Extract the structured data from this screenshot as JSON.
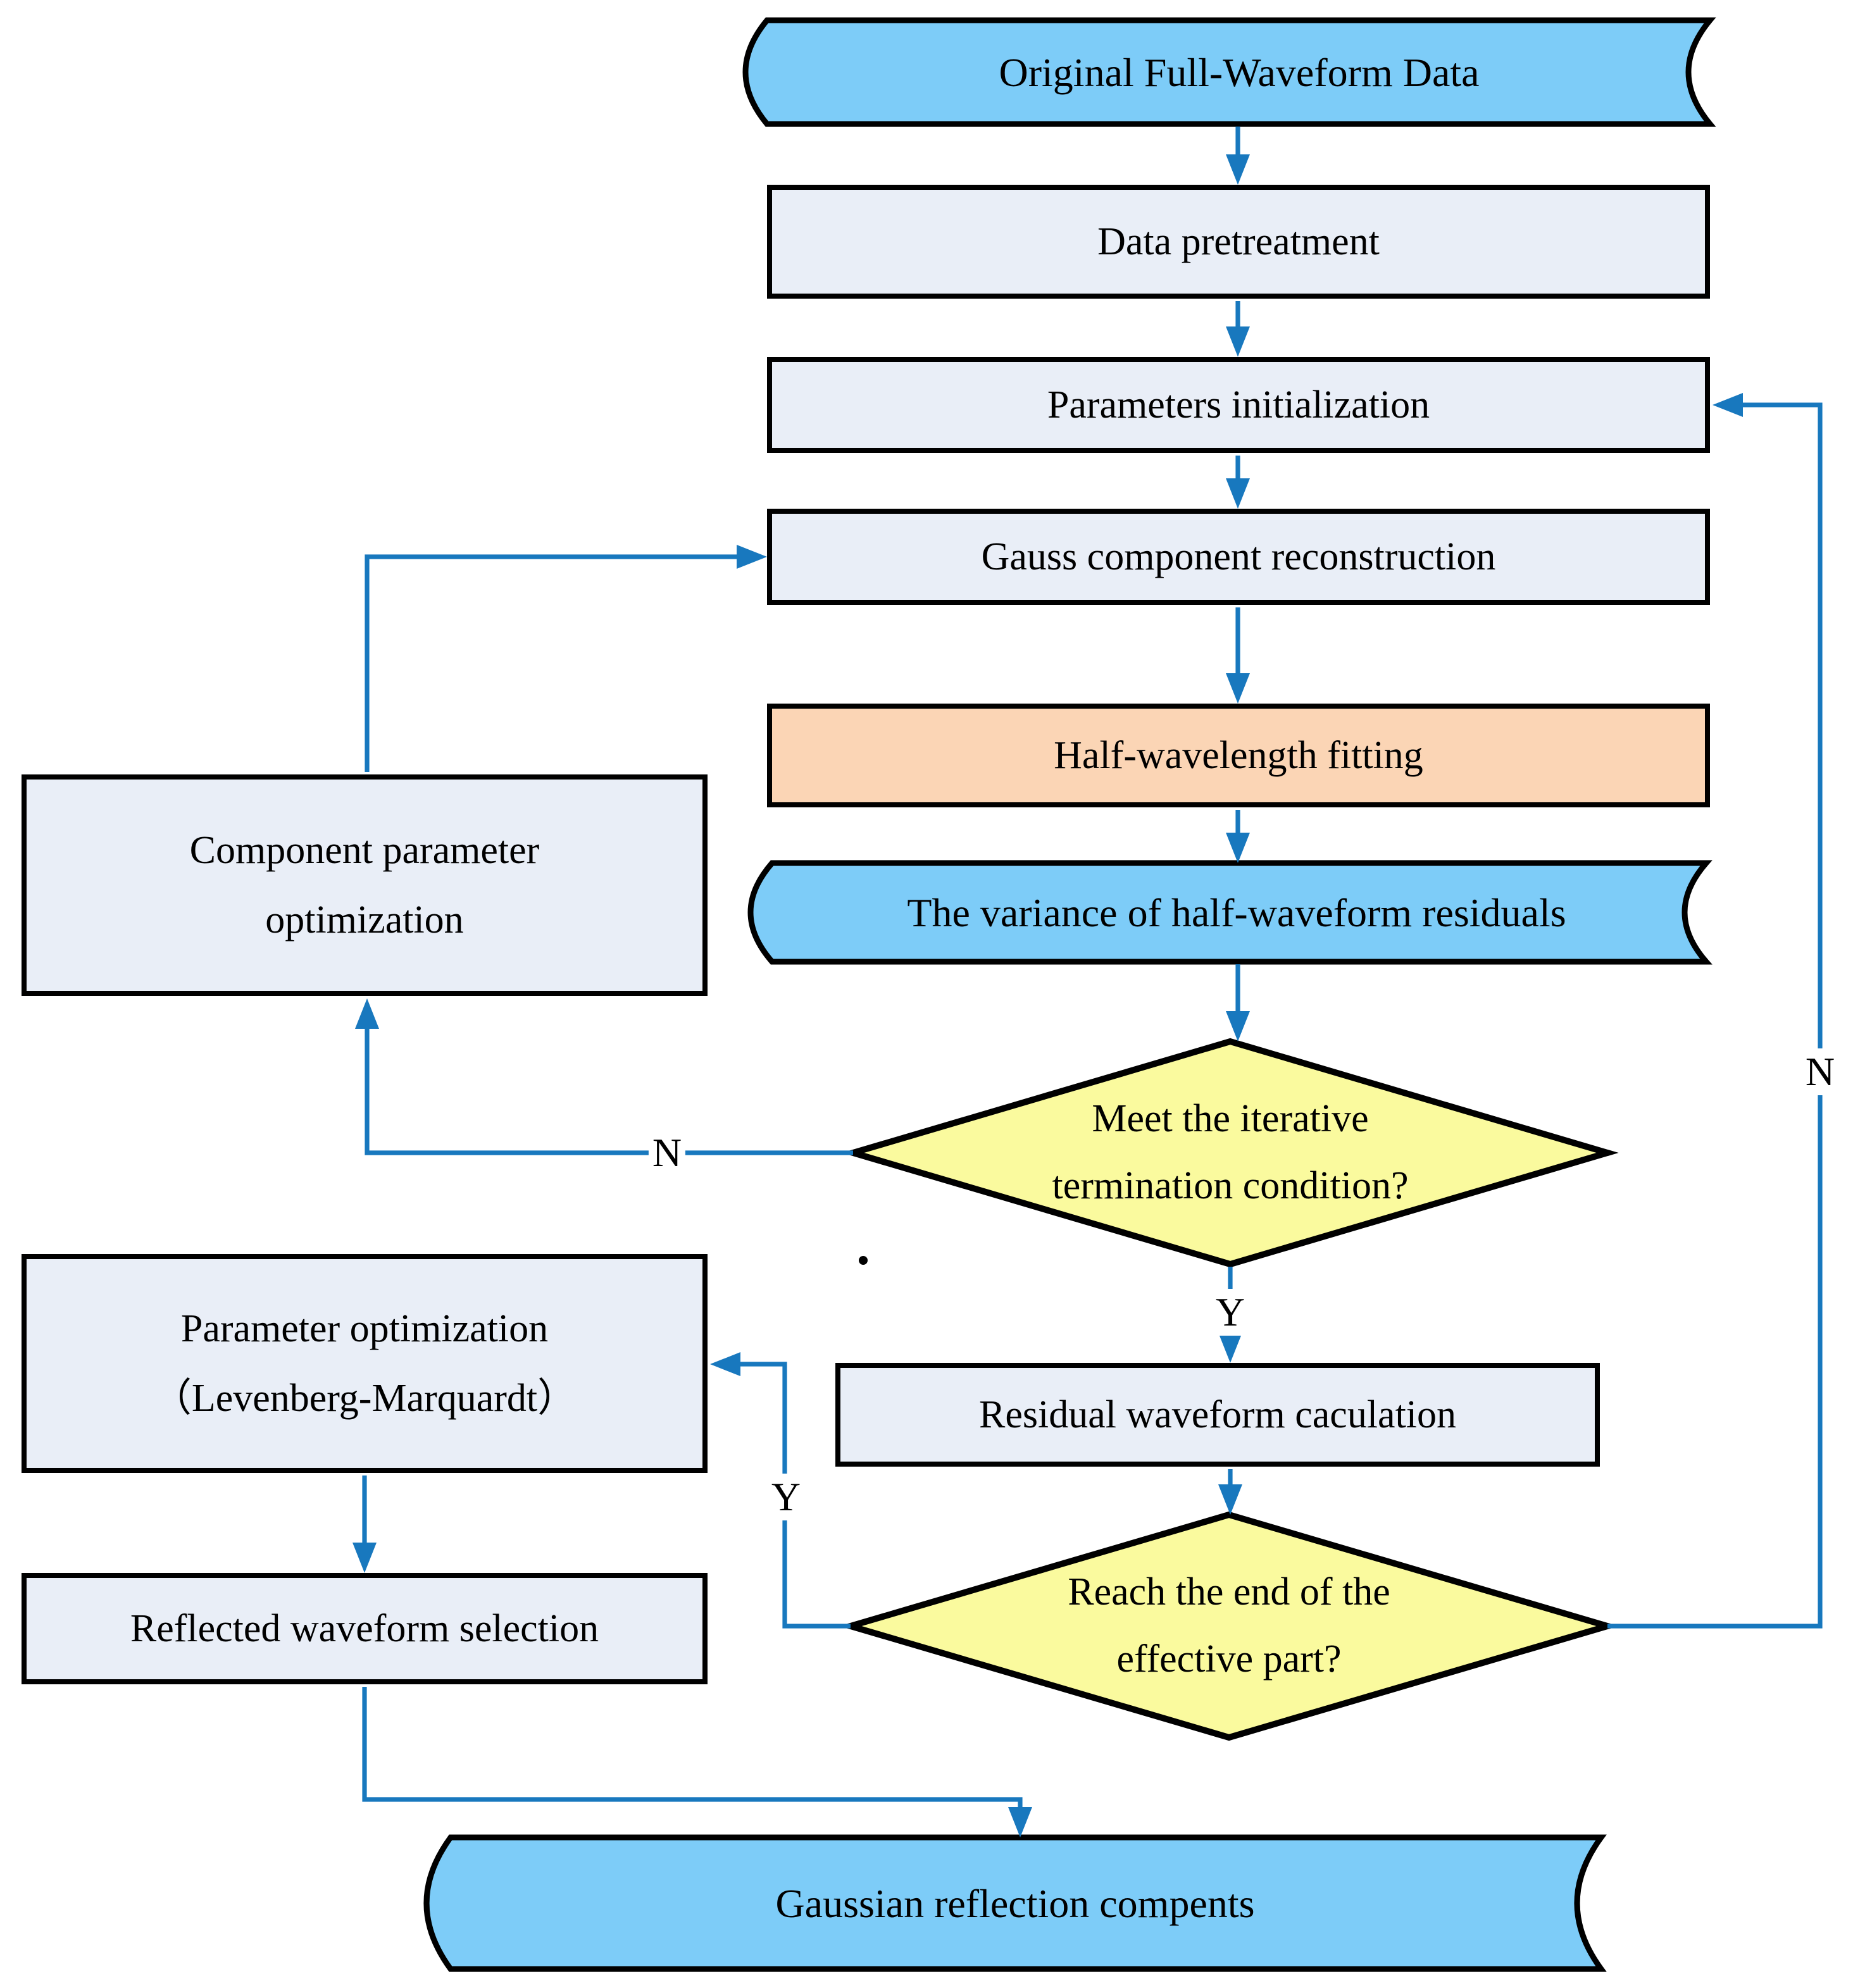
{
  "figure": {
    "title": "Full-waveform Gaussian decomposition flowchart",
    "colors": {
      "stored_fill": "#7DCCF8",
      "process_fill": "#E9EEF7",
      "highlight_fill": "#FBD5B5",
      "decision_fill": "#FAFA9E",
      "connector": "#1878BE",
      "border": "#000000"
    },
    "nodes": {
      "original_data": {
        "label": "Original Full-Waveform Data",
        "shape": "stored-data"
      },
      "data_pretreatment": {
        "label": "Data pretreatment",
        "shape": "process"
      },
      "parameters_initialization": {
        "label": "Parameters initialization",
        "shape": "process"
      },
      "gauss_reconstruction": {
        "label": "Gauss component reconstruction",
        "shape": "process"
      },
      "half_wavelength_fitting": {
        "label": "Half-wavelength fitting",
        "shape": "process-highlight"
      },
      "variance_residuals": {
        "label": "The variance of half-waveform residuals",
        "shape": "stored-data"
      },
      "decision_iterative": {
        "line1": "Meet the iterative",
        "line2": "termination condition?",
        "shape": "decision"
      },
      "component_param_opt": {
        "line1": "Component parameter",
        "line2": "optimization",
        "shape": "process"
      },
      "residual_calc": {
        "label": "Residual waveform caculation",
        "shape": "process"
      },
      "decision_end": {
        "line1": "Reach the end of the",
        "line2": "effective part?",
        "shape": "decision"
      },
      "parameter_opt": {
        "line1": "Parameter optimization",
        "line2": "（Levenberg-Marquardt）",
        "shape": "process"
      },
      "reflected_selection": {
        "label": "Reflected waveform selection",
        "shape": "process"
      },
      "gaussian_components": {
        "label": "Gaussian reflection compents",
        "shape": "stored-data"
      }
    },
    "edge_labels": {
      "no_iterative": "N",
      "yes_iterative": "Y",
      "yes_end": "Y",
      "no_end": "N"
    }
  }
}
